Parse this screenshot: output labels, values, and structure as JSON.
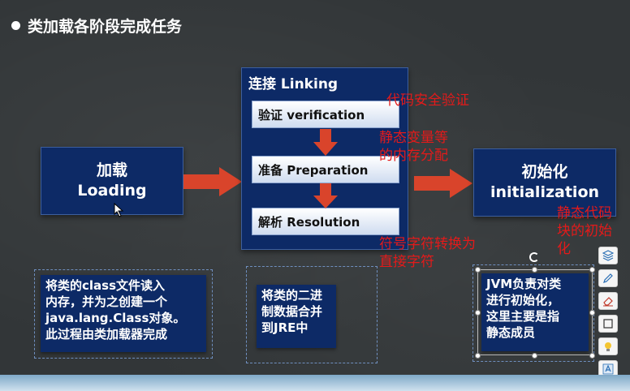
{
  "slide": {
    "title": "类加载各阶段完成任务"
  },
  "loading": {
    "line1": "加载",
    "line2": "Loading"
  },
  "linking": {
    "title": "连接 Linking",
    "steps": [
      {
        "label": "验证 verification"
      },
      {
        "label": "准备 Preparation"
      },
      {
        "label": "解析 Resolution"
      }
    ]
  },
  "initialization": {
    "line1": "初始化",
    "line2": "initialization"
  },
  "annotations": {
    "verify_note": "代码安全验证",
    "prepare_note_1": "静态变量等",
    "prepare_note_2": "的内存分配",
    "resolve_note_1": "符号字符转换为",
    "resolve_note_2": "直接字符",
    "init_note_1": "静态代码",
    "init_note_2": "块的初始",
    "init_note_3": "化"
  },
  "notes": {
    "loading_note": [
      "将类的class文件读入",
      "内存，并为之创建一个",
      "java.lang.Class对象。",
      "此过程由类加载器完成"
    ],
    "linking_note": [
      "将类的二进",
      "制数据合并",
      "到JRE中"
    ],
    "init_note": [
      "JVM负责对类",
      "进行初始化，",
      "这里主要是指",
      "静态成员"
    ]
  },
  "toolbar": {
    "icons": [
      "layers-icon",
      "pen-icon",
      "eraser-icon",
      "frame-icon",
      "bulb-icon",
      "text-tool-icon"
    ]
  },
  "colors": {
    "background": "#323638",
    "box": "#0d2a66",
    "arrow": "#d9442b",
    "annotation": "#e41a1a"
  }
}
